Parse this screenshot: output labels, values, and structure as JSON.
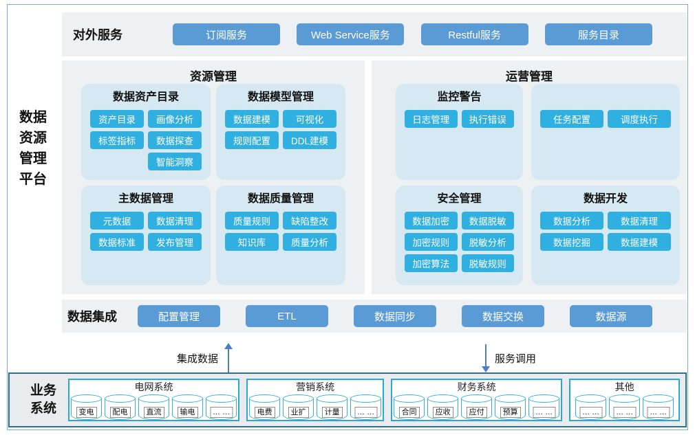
{
  "platform": {
    "label": "数据\n资源\n管理\n平台"
  },
  "external_services": {
    "label": "对外服务",
    "buttons": [
      "订阅服务",
      "Web Service服务",
      "Restful服务",
      "服务目录"
    ]
  },
  "resource_management": {
    "title": "资源管理",
    "groups": [
      {
        "title": "数据资产目录",
        "chips": [
          "资产目录",
          "画像分析",
          "标签指标",
          "数据探查",
          "",
          "智能洞察"
        ]
      },
      {
        "title": "数据模型管理",
        "chips": [
          "数据建模",
          "可视化",
          "规则配置",
          "DDL建模"
        ]
      },
      {
        "title": "主数据管理",
        "chips": [
          "元数据",
          "数据清理",
          "数据标准",
          "发布管理"
        ]
      },
      {
        "title": "数据质量管理",
        "chips": [
          "质量规则",
          "缺陷整改",
          "知识库",
          "质量分析"
        ]
      }
    ]
  },
  "operation_management": {
    "title": "运营管理",
    "groups": [
      {
        "title": "监控警告",
        "chips": [
          "日志管理",
          "执行错误"
        ]
      },
      {
        "title": "",
        "chips": [
          "任务配置",
          "调度执行"
        ]
      },
      {
        "title": "安全管理",
        "chips": [
          "数据加密",
          "数据脱敏",
          "加密规则",
          "脱敏分析",
          "加密算法",
          "脱敏规则"
        ]
      },
      {
        "title": "数据开发",
        "chips": [
          "数据分析",
          "数据清理",
          "数据挖掘",
          "数据建模"
        ]
      }
    ]
  },
  "data_integration": {
    "label": "数据集成",
    "buttons": [
      "配置管理",
      "ETL",
      "数据同步",
      "数据交换",
      "数据源"
    ]
  },
  "flows": {
    "up_label": "集成数据",
    "down_label": "服务调用"
  },
  "business_systems": {
    "label": "业务\n系统",
    "systems": [
      {
        "title": "电网系统",
        "databases": [
          "变电",
          "配电",
          "直流",
          "输电",
          "… …"
        ]
      },
      {
        "title": "营销系统",
        "databases": [
          "电费",
          "业扩",
          "计量",
          "… …"
        ]
      },
      {
        "title": "财务系统",
        "databases": [
          "合同",
          "应收",
          "应付",
          "预算",
          "… …"
        ]
      },
      {
        "title": "其他",
        "databases": [
          "… …",
          "… …",
          "… …"
        ]
      }
    ]
  },
  "colors": {
    "frame_border": "#7aabdd",
    "row_background": "#eef1f3",
    "subbox_background": "#d6e9f3",
    "pill_blue": "#5b9bd5",
    "chip_cyan": "#30b0e1",
    "arrow_blue": "#4a7dc9",
    "business_border": "#27708f",
    "system_border": "#2aa7d8",
    "cylinder_border": "#35aedd"
  }
}
